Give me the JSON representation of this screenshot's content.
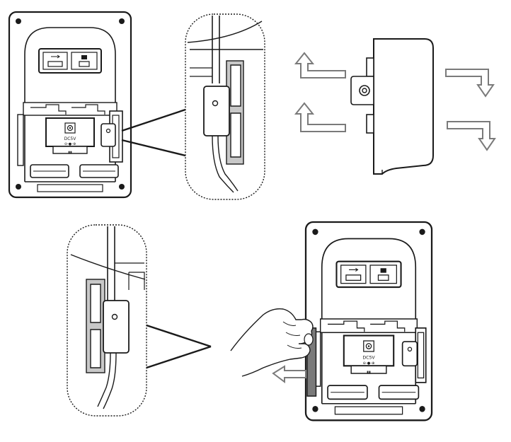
{
  "diagram": {
    "panels": [
      {
        "id": "phone-back-attached",
        "description_hidden": true
      },
      {
        "id": "phone-back-detaching",
        "description_hidden": true
      }
    ],
    "labels": {
      "dc_jack_label": "DC5V",
      "dc_jack_polarity": "⊖-●-⊕",
      "bottom_mark": "▮▮"
    },
    "colors": {
      "line": "#1a1a1a",
      "highlight_gray": "#c8c8c8",
      "dark_gray": "#7a7a7a",
      "arrow_fill": "#ffffff"
    },
    "icons": [
      "usb-icon",
      "headset-port-icon",
      "dc-power-icon"
    ]
  }
}
